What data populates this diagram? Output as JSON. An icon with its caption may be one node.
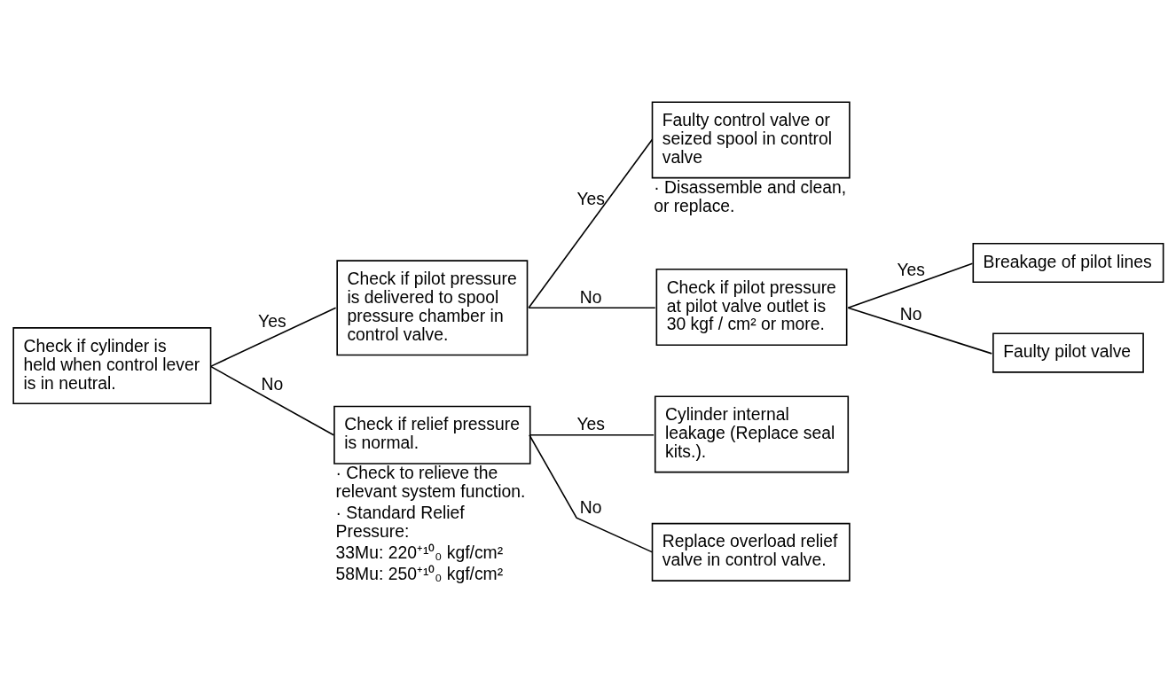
{
  "diagram": {
    "nodes": [
      {
        "text": [
          "Check if cylinder is held when control lever is in neutral."
        ]
      },
      {
        "text": [
          "Check if pilot pressure is delivered to spool pressure chamber in control valve."
        ]
      },
      {
        "text": [
          "Faulty control valve or seized spool in control valve"
        ],
        "beside": [
          "· Disassemble and clean, or replace."
        ]
      },
      {
        "text": [
          "Check if pilot pressure at pilot valve outlet is 30 kgf / cm² or more."
        ]
      },
      {
        "text": [
          "Breakage of pilot lines"
        ]
      },
      {
        "text": [
          "Faulty pilot valve"
        ]
      },
      {
        "text": [
          "Check if relief pressure is normal."
        ],
        "beside": [
          "· Check to relieve the relevant system function.",
          "· Standard Relief Pressure:",
          "33Mu: 220⁺¹⁰₀ kgf/cm²",
          "58Mu: 250⁺¹⁰₀ kgf/cm²"
        ]
      },
      {
        "text": [
          "Cylinder internal leakage (Replace seal kits.)."
        ]
      },
      {
        "text": [
          "Replace overload relief valve in control valve."
        ]
      }
    ],
    "edges": [
      {
        "from": 0,
        "to": 1,
        "arrow": "none",
        "label": "Yes"
      },
      {
        "from": 0,
        "to": 6,
        "arrow": "none",
        "label": "No"
      },
      {
        "from": 1,
        "to": 2,
        "arrow": "none",
        "label": "Yes"
      },
      {
        "from": 1,
        "to": 3,
        "arrow": "none",
        "label": "No"
      },
      {
        "from": 3,
        "to": 4,
        "arrow": "none",
        "label": "Yes"
      },
      {
        "from": 3,
        "to": 5,
        "arrow": "none",
        "label": "No"
      },
      {
        "from": 6,
        "to": 7,
        "arrow": "none",
        "label": "Yes"
      },
      {
        "from": 6,
        "to": 8,
        "arrow": "none",
        "label": "No"
      }
    ]
  }
}
